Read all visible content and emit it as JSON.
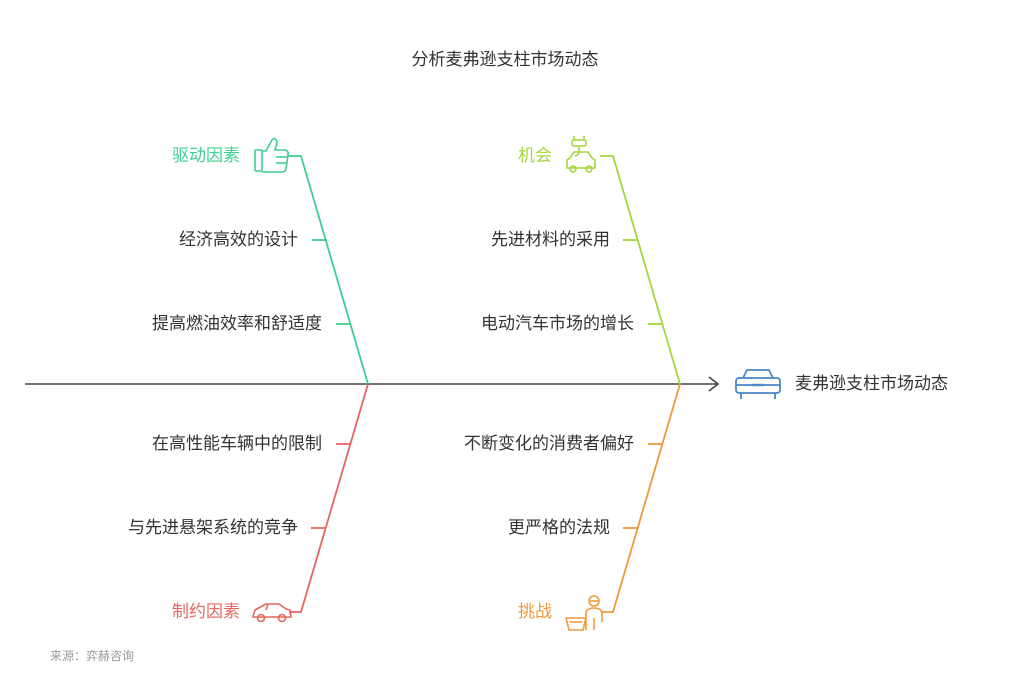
{
  "title": "分析麦弗逊支柱市场动态",
  "head_label": "麦弗逊支柱市场动态",
  "source": "来源：弈赫咨询",
  "colors": {
    "spine": "#444444",
    "drivers": "#3fcf8e",
    "opportunities": "#a5d63f",
    "restraints": "#e5675f",
    "challenges": "#f0993a",
    "head_icon": "#4a86c8"
  },
  "categories": {
    "drivers": {
      "label": "驱动因素",
      "icon": "thumbs-up-icon",
      "items": [
        "经济高效的设计",
        "提高燃油效率和舒适度"
      ]
    },
    "opportunities": {
      "label": "机会",
      "icon": "ev-charging-car-icon",
      "items": [
        "先进材料的采用",
        "电动汽车市场的增长"
      ]
    },
    "restraints": {
      "label": "制约因素",
      "icon": "sports-car-icon",
      "items": [
        "在高性能车辆中的限制",
        "与先进悬架系统的竞争"
      ]
    },
    "challenges": {
      "label": "挑战",
      "icon": "shopper-basket-icon",
      "items": [
        "不断变化的消费者偏好",
        "更严格的法规"
      ]
    }
  },
  "head_icon": "car-front-icon"
}
